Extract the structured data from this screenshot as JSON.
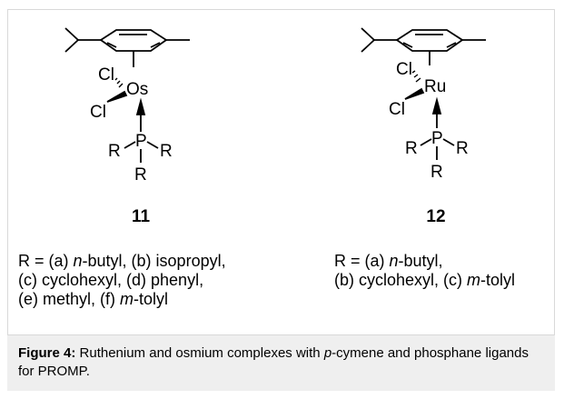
{
  "figure": {
    "label": "Figure 4:",
    "caption_part1": "Ruthenium and osmium complexes with ",
    "caption_italic": "p",
    "caption_part2": "-cymene and phosphane ligands for PROMP."
  },
  "compounds": [
    {
      "number": "11",
      "metal": "Os",
      "ligand_cl": "Cl",
      "atom_p": "P",
      "substituent": "R",
      "r_lines": [
        {
          "pre": "R = (a) ",
          "ital": "n",
          "post": "-butyl, (b) isopropyl,"
        },
        {
          "pre": "(c) cyclohexyl, (d) phenyl,",
          "ital": "",
          "post": ""
        },
        {
          "pre": "(e) methyl, (f) ",
          "ital": "m",
          "post": "-tolyl"
        }
      ]
    },
    {
      "number": "12",
      "metal": "Ru",
      "ligand_cl": "Cl",
      "atom_p": "P",
      "substituent": "R",
      "r_lines": [
        {
          "pre": "R = (a) ",
          "ital": "n",
          "post": "-butyl,"
        },
        {
          "pre": "(b) cyclohexyl, (c) ",
          "ital": "m",
          "post": "-tolyl"
        }
      ]
    }
  ]
}
